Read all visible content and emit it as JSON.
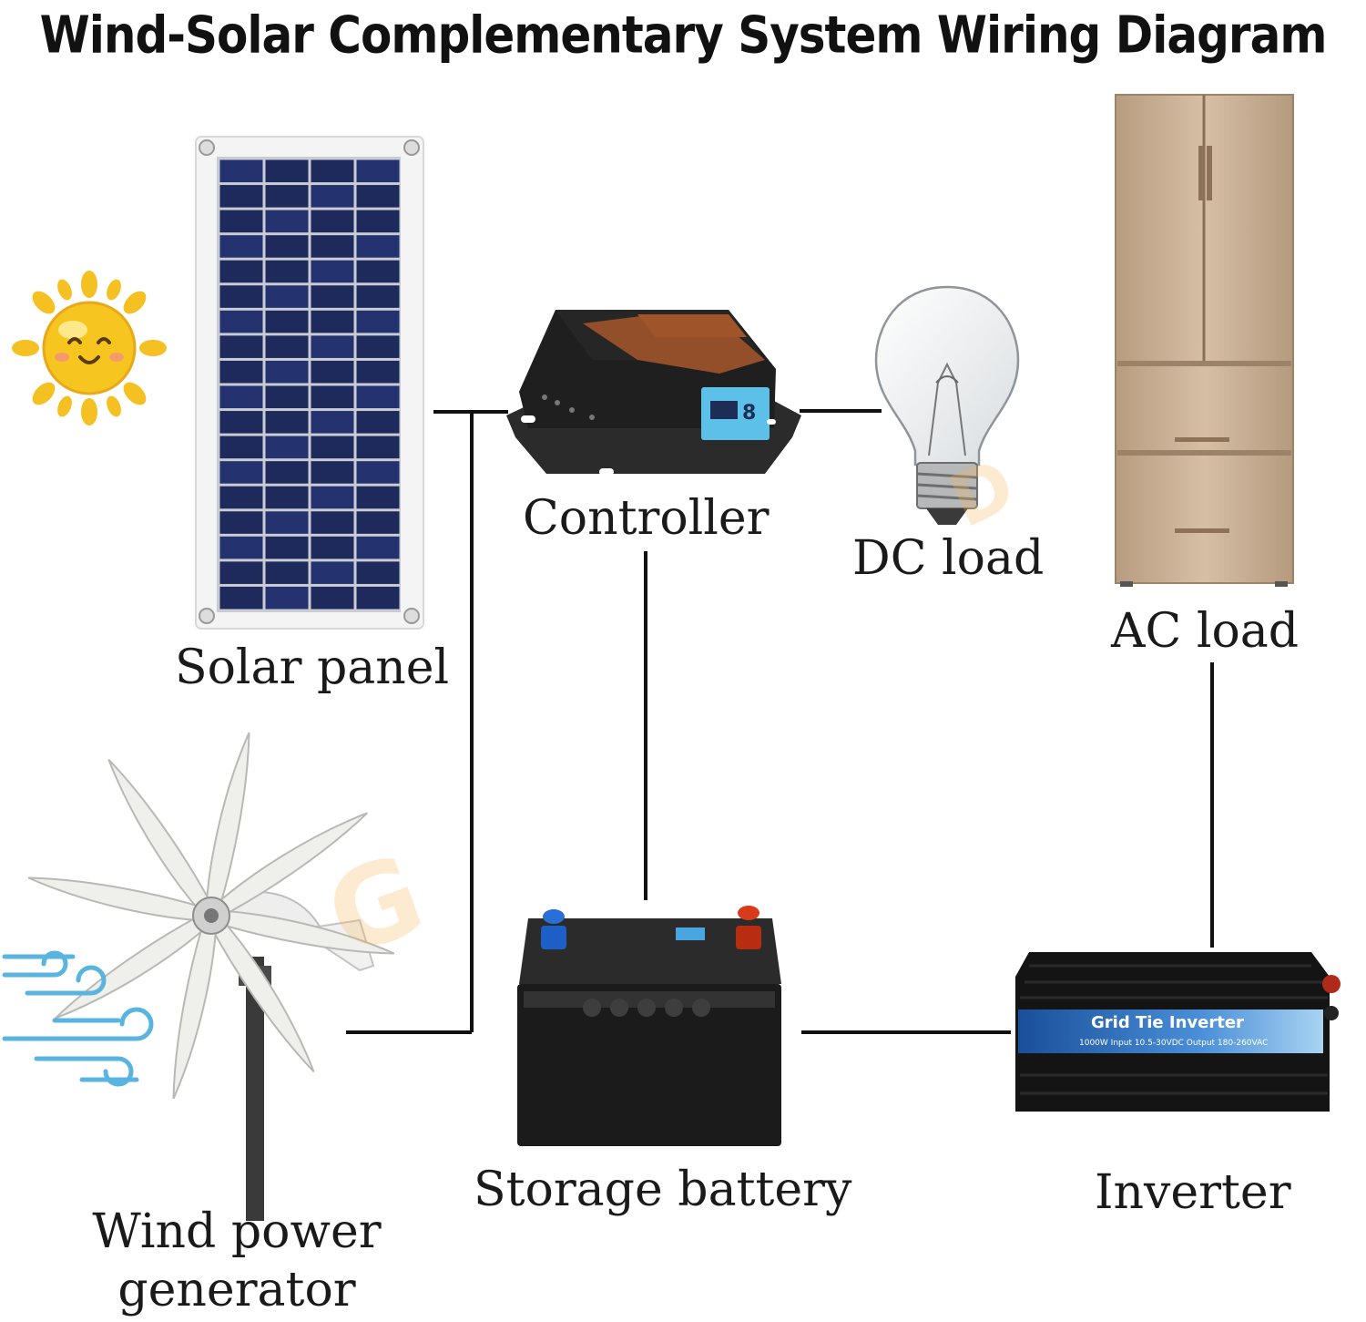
{
  "title": "Wind-Solar Complementary System Wiring Diagram",
  "labels": {
    "solar_panel": "Solar panel",
    "controller": "Controller",
    "dc_load": "DC load",
    "ac_load": "AC load",
    "storage_battery": "Storage battery",
    "inverter": "Inverter",
    "wind_line1": "Wind power",
    "wind_line2": "generator"
  },
  "inverter_text": {
    "name": "Grid Tie Inverter",
    "spec": "1000W  Input 10.5-30VDC Output 180-260VAC"
  },
  "colors": {
    "wire": "#111111",
    "solar_cell": "#1f2a5c",
    "controller_body": "#1a1a1a",
    "controller_top": "#a0542a",
    "controller_lcd": "#5cc0e8",
    "fridge": "#c9b095",
    "battery": "#1b1b1b",
    "battery_neg": "#2a6fd6",
    "battery_pos": "#d83a1a",
    "inverter_body": "#141414",
    "inverter_band": "#1e5fb0",
    "sun": "#f5c021",
    "wind_swirl": "#5ab4e0"
  },
  "icons": [
    "sun-icon",
    "wind-swirl-icon"
  ]
}
